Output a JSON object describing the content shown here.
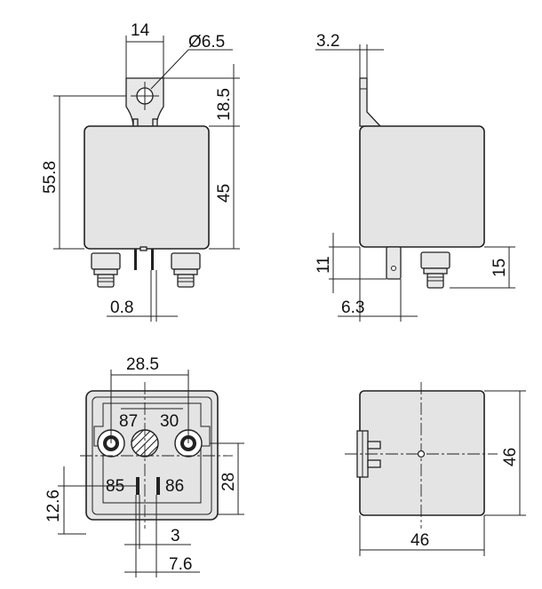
{
  "dimensions": {
    "front": {
      "tab_width": "14",
      "hole_diameter": "Ø6.5",
      "tab_height": "18.5",
      "overall_height": "55.8",
      "body_height": "45",
      "pin_thickness": "0.8"
    },
    "side": {
      "tab_thickness": "3.2",
      "pin_length": "11",
      "stud_length": "15",
      "pin_offset": "6.3"
    },
    "bottom": {
      "stud_spacing": "28.5",
      "pin_row_height": "28",
      "pin_offset_height": "12.6",
      "pin_spacing": "3",
      "pin_center_spacing": "7.6"
    },
    "top": {
      "height": "46",
      "width": "46"
    }
  },
  "terminals": {
    "t87": "87",
    "t30": "30",
    "t85": "85",
    "t86": "86"
  },
  "colors": {
    "body_fill": "#e4e4e4",
    "line": "#222222"
  }
}
